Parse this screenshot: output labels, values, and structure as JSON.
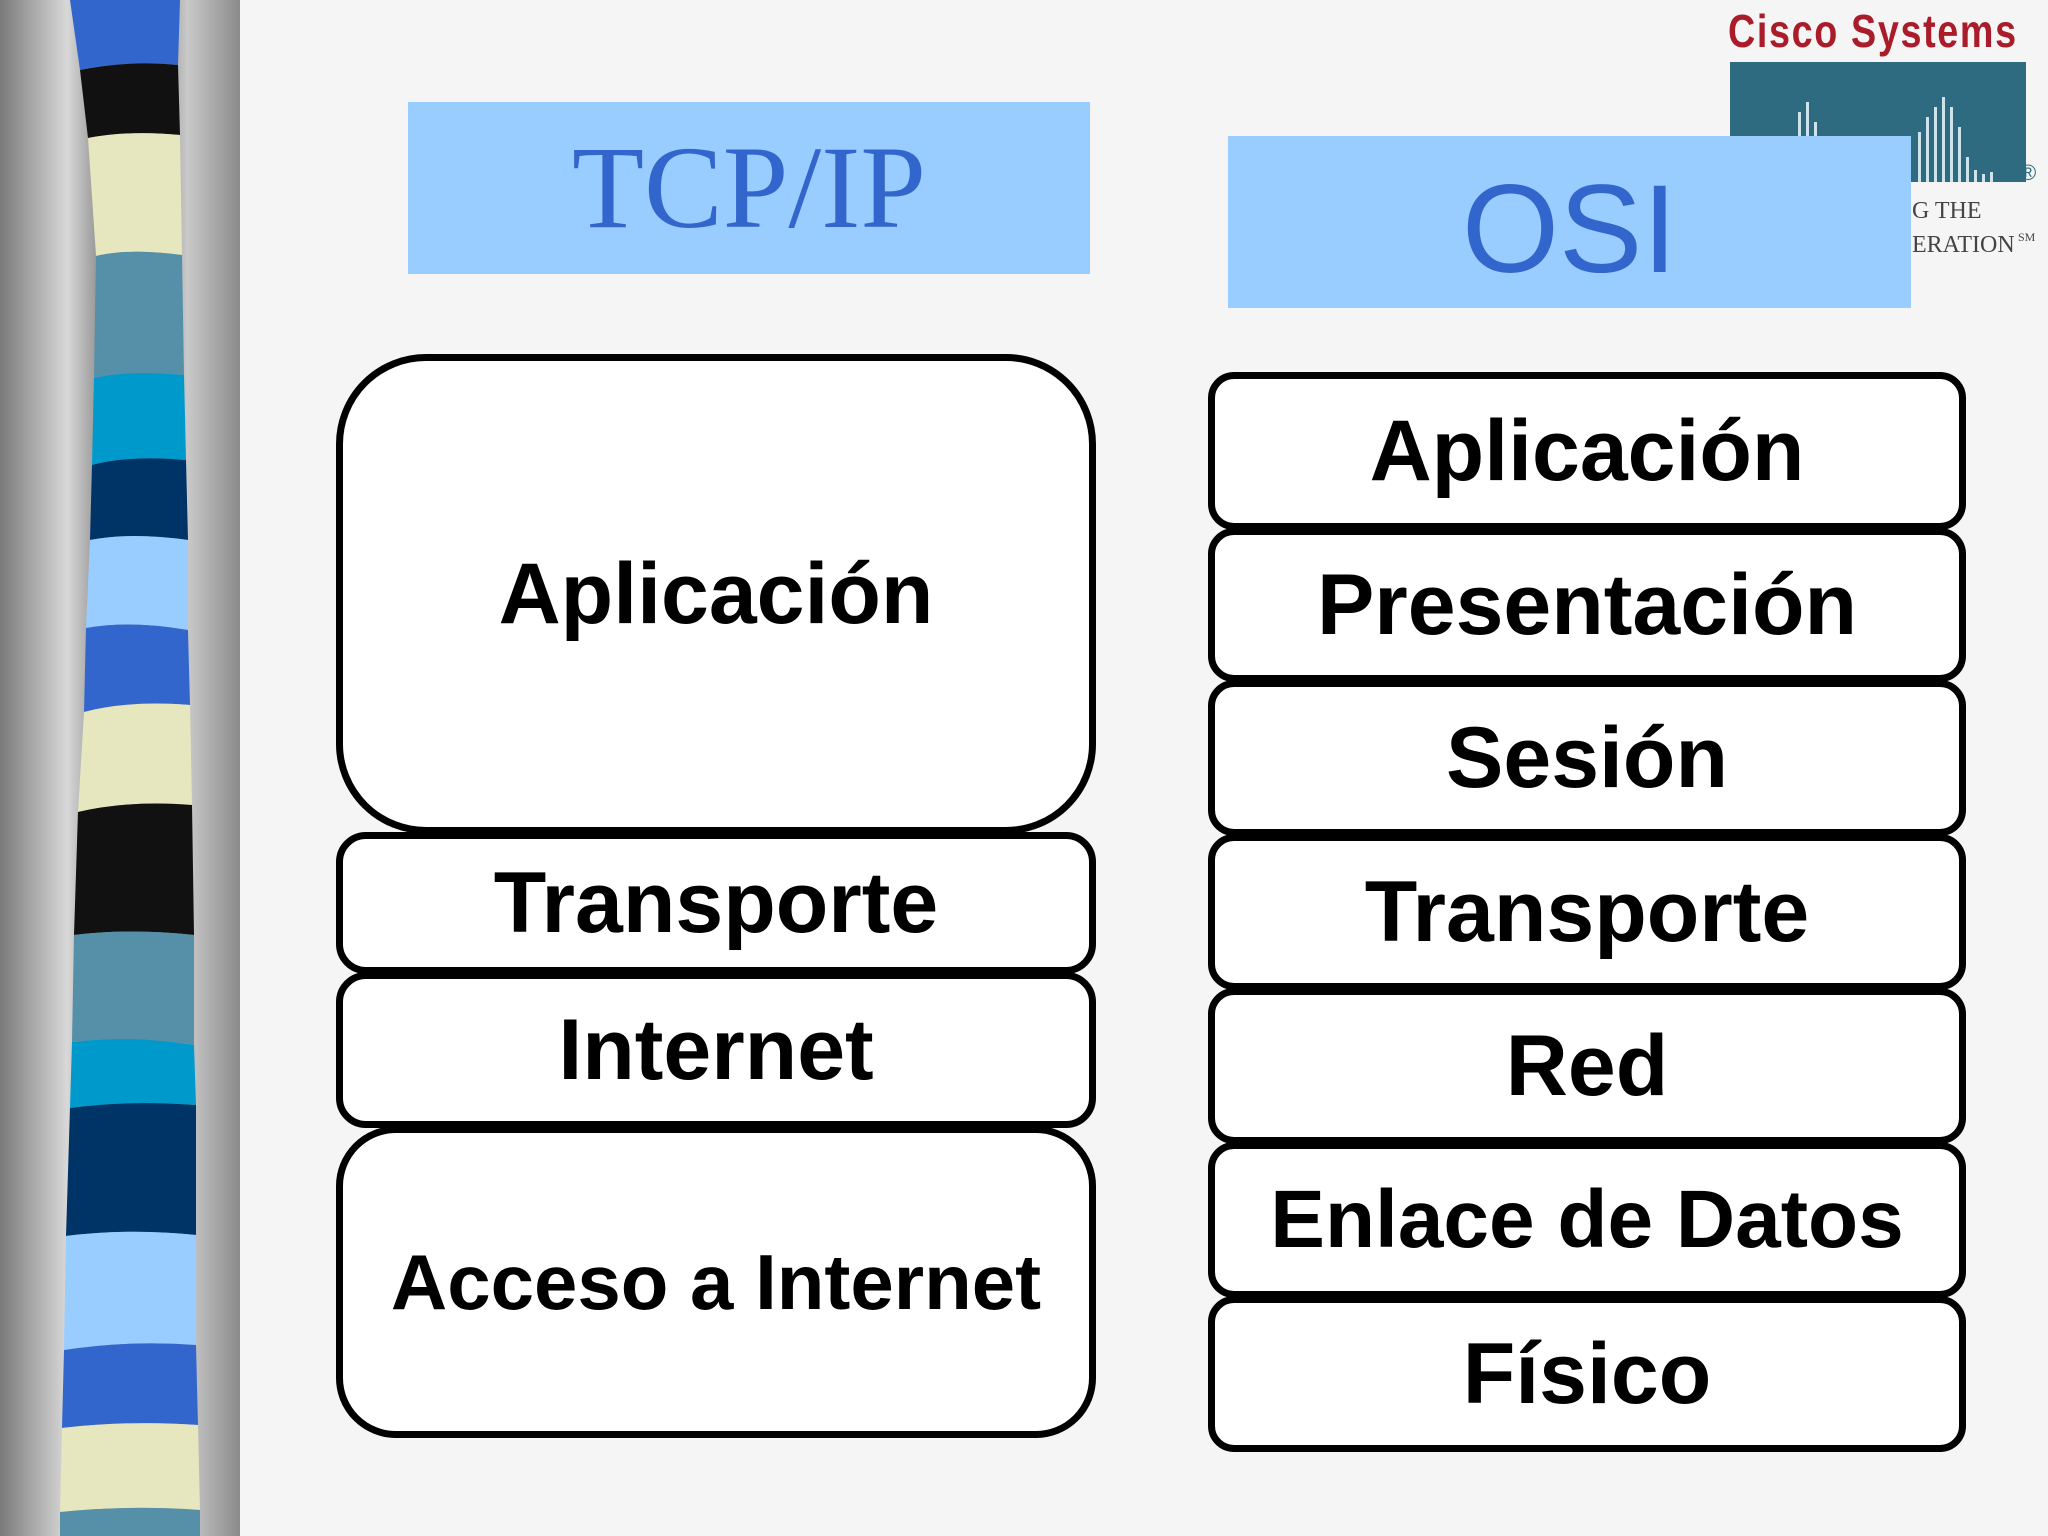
{
  "logo": {
    "company": "Cisco Systems",
    "tagline_line1": "G THE",
    "tagline_line2": "ERATION",
    "service_mark": "SM",
    "registered": "®"
  },
  "tcpip": {
    "title": "TCP/IP",
    "layers": [
      "Aplicación",
      "Transporte",
      "Internet",
      "Acceso a Internet"
    ]
  },
  "osi": {
    "title": "OSI",
    "layers": [
      "Aplicación",
      "Presentación",
      "Sesión",
      "Transporte",
      "Red",
      "Enlace de Datos",
      "Físico"
    ]
  },
  "colors": {
    "title_bg": "#99ccff",
    "title_text": "#3366cc",
    "logo_red": "#aa1c2a",
    "logo_teal": "#2f6b80"
  }
}
